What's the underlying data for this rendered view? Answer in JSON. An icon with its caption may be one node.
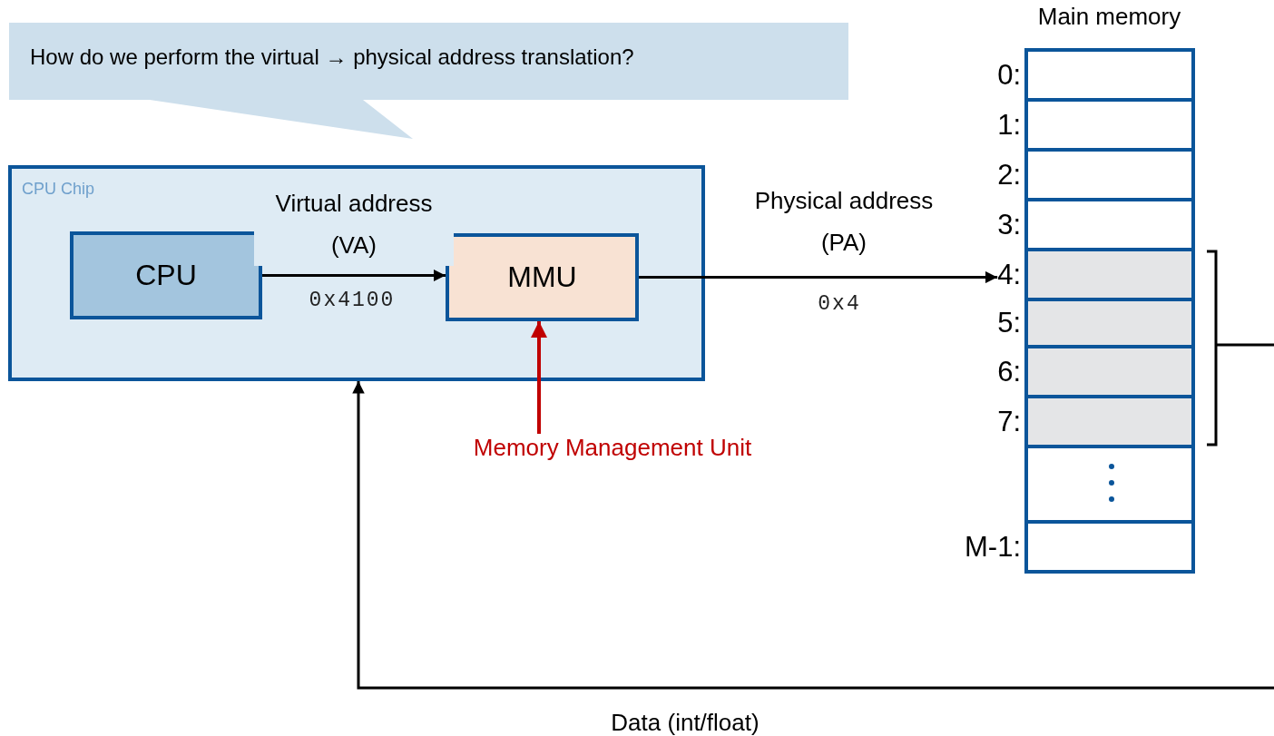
{
  "diagram": {
    "nodes": [
      {
        "text": [
          "How do we perform the virtual → physical address translation?"
        ]
      },
      {
        "text": [
          "CPU Chip"
        ]
      },
      {
        "text": [
          "CPU"
        ],
        "in": 1
      },
      {
        "text": [
          "MMU"
        ],
        "in": 1
      },
      {
        "text": [
          "Memory Management Unit"
        ]
      },
      {
        "text": [
          "Main memory"
        ]
      },
      {
        "text": [],
        "shape": "box",
        "in": 5,
        "beside": [
          "0:"
        ]
      },
      {
        "text": [],
        "shape": "box",
        "in": 5,
        "beside": [
          "1:"
        ]
      },
      {
        "text": [],
        "shape": "box",
        "in": 5,
        "beside": [
          "2:"
        ]
      },
      {
        "text": [],
        "shape": "box",
        "in": 5,
        "beside": [
          "3:"
        ]
      },
      {
        "text": [],
        "shape": "box",
        "in": 5,
        "beside": [
          "4:"
        ]
      },
      {
        "text": [],
        "shape": "box",
        "in": 5,
        "beside": [
          "5:"
        ]
      },
      {
        "text": [],
        "shape": "box",
        "in": 5,
        "beside": [
          "6:"
        ]
      },
      {
        "text": [],
        "shape": "box",
        "in": 5,
        "beside": [
          "7:"
        ]
      },
      {
        "text": [],
        "shape": "box",
        "in": 5
      },
      {
        "text": [],
        "shape": "box",
        "in": 5,
        "beside": [
          "M-1:"
        ]
      }
    ],
    "edges": [
      {
        "from": 2,
        "to": 3,
        "arrow": "to",
        "label": "Virtual address (VA)"
      },
      {
        "from": 3,
        "to": 10,
        "arrow": "to",
        "label": "Physical address (PA)"
      },
      {
        "from": null,
        "to": 1,
        "arrow": "to",
        "label": "Data (int/float)"
      },
      {
        "from": 4,
        "to": 3,
        "arrow": "to",
        "color": "#c00000"
      }
    ],
    "labels": [
      "0x4100",
      "0x4"
    ]
  }
}
